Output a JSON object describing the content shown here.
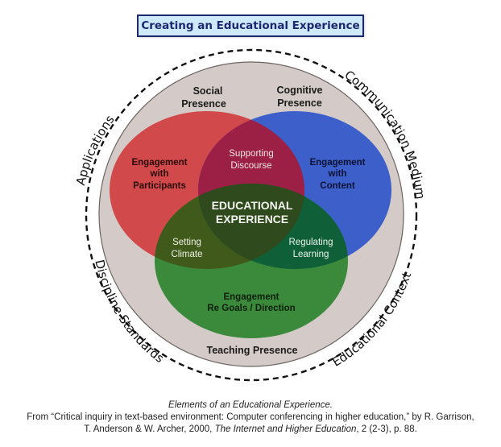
{
  "title": "Creating an Educational Experience",
  "outer_ring": {
    "labels": {
      "top_left": "Applications",
      "top_right": "Communication Medium",
      "bottom_left": "Discipline Standards",
      "bottom_right": "Educational Context"
    }
  },
  "circles": {
    "social": {
      "title_line1": "Social",
      "title_line2": "Presence",
      "inner_line1": "Engagement",
      "inner_line2": "with",
      "inner_line3": "Participants",
      "color": "#d1494a"
    },
    "cognitive": {
      "title_line1": "Cognitive",
      "title_line2": "Presence",
      "inner_line1": "Engagement",
      "inner_line2": "with",
      "inner_line3": "Content",
      "color": "#3d5fc9"
    },
    "teaching": {
      "title": "Teaching Presence",
      "inner_line1": "Engagement",
      "inner_line2": "Re Goals / Direction",
      "color": "#3b8a3b"
    }
  },
  "intersections": {
    "social_cognitive": {
      "line1": "Supporting",
      "line2": "Discourse",
      "color": "#9c1f45"
    },
    "social_teaching": {
      "line1": "Setting",
      "line2": "Climate",
      "color": "#3f5a1a"
    },
    "cognitive_teaching": {
      "line1": "Regulating",
      "line2": "Learning",
      "color": "#0f6039"
    },
    "center": {
      "line1": "EDUCATIONAL",
      "line2": "EXPERIENCE",
      "color": "#2f4a1c"
    }
  },
  "background_color": "#d4cbc8",
  "caption": {
    "line1": "Elements of an Educational Experience.",
    "line2": "From “Critical inquiry in text-based environment: Computer conferencing in higher education,” by R. Garrison,",
    "line3_a": "T. Anderson & W. Archer, 2000, ",
    "line3_journal": "The Internet and Higher Education",
    "line3_b": ", 2 (2-3), p. 88."
  }
}
